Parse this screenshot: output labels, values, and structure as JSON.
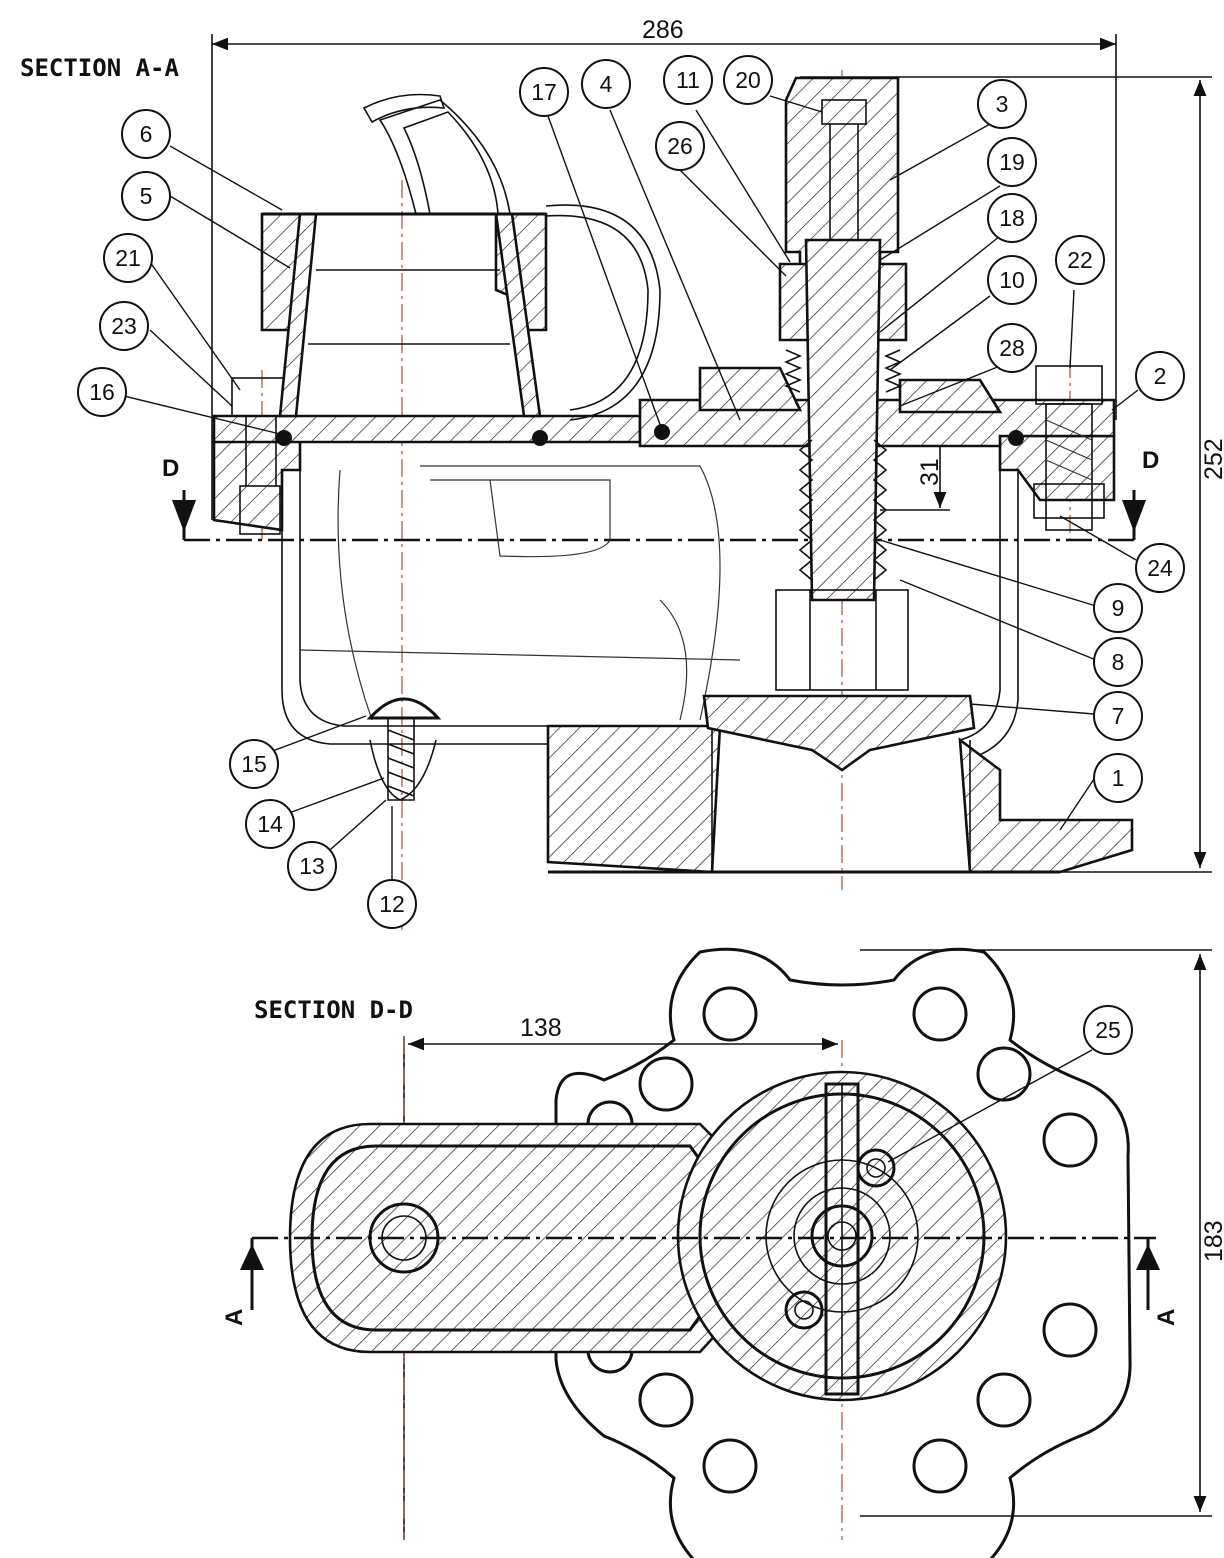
{
  "labels": {
    "section_a": "SECTION A-A",
    "section_d": "SECTION D-D"
  },
  "dimensions": {
    "width_top": "286",
    "height_right": "252",
    "dim_31": "31",
    "dim_138": "138",
    "dim_183": "183"
  },
  "cut_marks": {
    "d_left": "D",
    "d_right": "D",
    "a_left": "A",
    "a_right": "A"
  },
  "balloons": {
    "b1": "1",
    "b2": "2",
    "b3": "3",
    "b4": "4",
    "b5": "5",
    "b6": "6",
    "b7": "7",
    "b8": "8",
    "b9": "9",
    "b10": "10",
    "b11": "11",
    "b12": "12",
    "b13": "13",
    "b14": "14",
    "b15": "15",
    "b16": "16",
    "b17": "17",
    "b18": "18",
    "b19": "19",
    "b20": "20",
    "b21": "21",
    "b22": "22",
    "b23": "23",
    "b24": "24",
    "b25": "25",
    "b26": "26",
    "b28": "28"
  }
}
